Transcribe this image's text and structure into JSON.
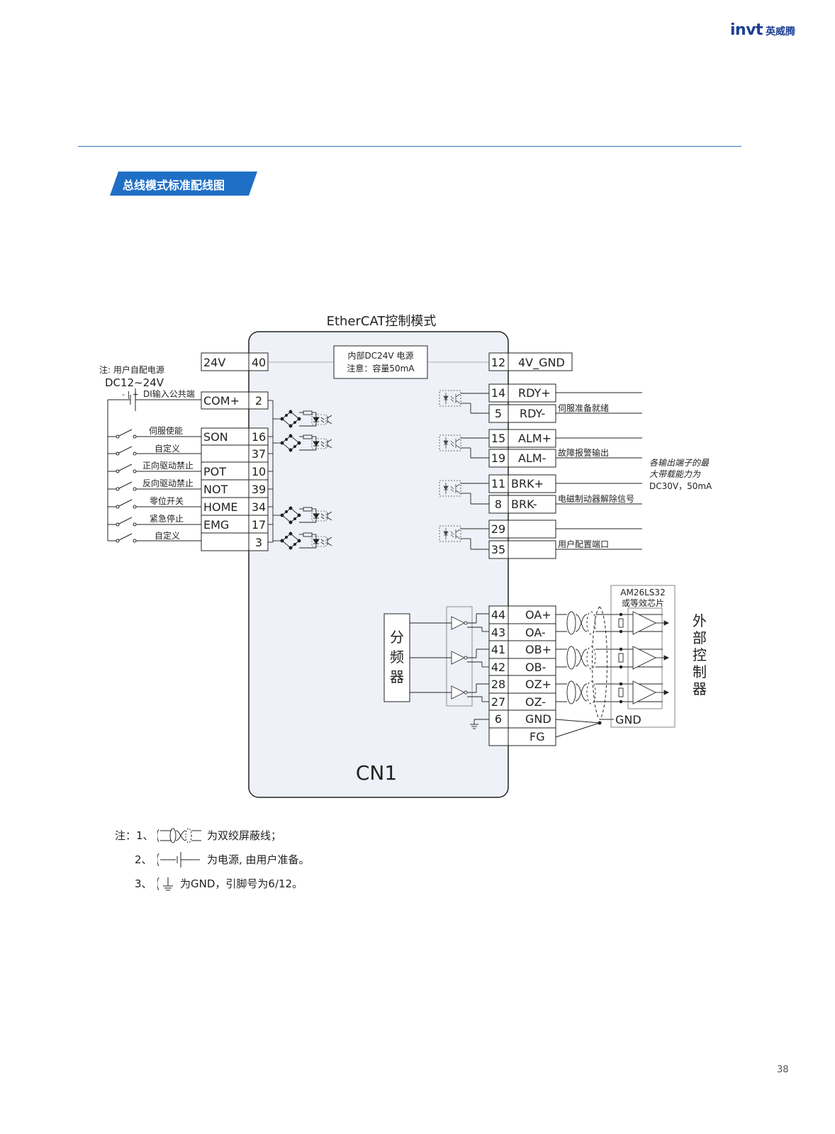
{
  "header": {
    "brand_mark": "invt",
    "brand_cn": "英威腾"
  },
  "section_title": "总线模式标准配线图",
  "diagram": {
    "title": "EtherCAT控制模式",
    "connector": "CN1",
    "internal_power": {
      "line1": "内部DC24V 电源",
      "line2": "注意：容量50mA"
    },
    "user_supply": {
      "note": "注: 用户自配电源",
      "range": "DC12~24V",
      "polarity": "- | +"
    },
    "power_pins": {
      "left": {
        "label": "24V",
        "pin": "40"
      },
      "right": {
        "pin": "12",
        "label": "4V_GND"
      }
    },
    "inputs": [
      {
        "signal": "COM+",
        "pin": "2",
        "desc": "DI输入公共端"
      },
      {
        "signal": "SON",
        "pin": "16",
        "desc": "伺服使能"
      },
      {
        "signal": "",
        "pin": "37",
        "desc": "自定义"
      },
      {
        "signal": "POT",
        "pin": "10",
        "desc": "正向驱动禁止"
      },
      {
        "signal": "NOT",
        "pin": "39",
        "desc": "反向驱动禁止"
      },
      {
        "signal": "HOME",
        "pin": "34",
        "desc": "零位开关"
      },
      {
        "signal": "EMG",
        "pin": "17",
        "desc": "紧急停止"
      },
      {
        "signal": "",
        "pin": "3",
        "desc": "自定义"
      }
    ],
    "outputs": [
      {
        "pin": "14",
        "signal": "RDY+"
      },
      {
        "pin": "5",
        "signal": "RDY-",
        "desc": "伺服准备就绪"
      },
      {
        "pin": "15",
        "signal": "ALM+"
      },
      {
        "pin": "19",
        "signal": "ALM-",
        "desc": "故障报警输出"
      },
      {
        "pin": "11",
        "signal": "BRK+"
      },
      {
        "pin": "8",
        "signal": "BRK-",
        "desc": "电磁制动器解除信号"
      },
      {
        "pin": "29",
        "signal": ""
      },
      {
        "pin": "35",
        "signal": "",
        "desc": "用户配置端口"
      }
    ],
    "output_note": {
      "line1": "各输出端子的最",
      "line2": "大带载能力为",
      "line3": "DC30V，50mA"
    },
    "divider": {
      "c1": "分",
      "c2": "频",
      "c3": "器"
    },
    "encoder_outputs": [
      {
        "pin": "44",
        "signal": "OA+"
      },
      {
        "pin": "43",
        "signal": "OA-"
      },
      {
        "pin": "41",
        "signal": "OB+"
      },
      {
        "pin": "42",
        "signal": "OB-"
      },
      {
        "pin": "28",
        "signal": "OZ+"
      },
      {
        "pin": "27",
        "signal": "OZ-"
      },
      {
        "pin": "6",
        "signal": "GND"
      },
      {
        "pin": "",
        "signal": "FG"
      }
    ],
    "receiver": {
      "line1": "AM26LS32",
      "line2": "或等效芯片",
      "gnd": "GND"
    },
    "external_controller": {
      "c1": "外",
      "c2": "部",
      "c3": "控",
      "c4": "制",
      "c5": "器"
    }
  },
  "notes": {
    "prefix": "注：",
    "n1": {
      "num": "1、",
      "text": "为双绞屏蔽线；"
    },
    "n2": {
      "num": "2、",
      "text": "为电源, 由用户准备。"
    },
    "n3": {
      "num": "3、",
      "text": "为GND，引脚号为6/12。"
    }
  },
  "page_number": "38"
}
